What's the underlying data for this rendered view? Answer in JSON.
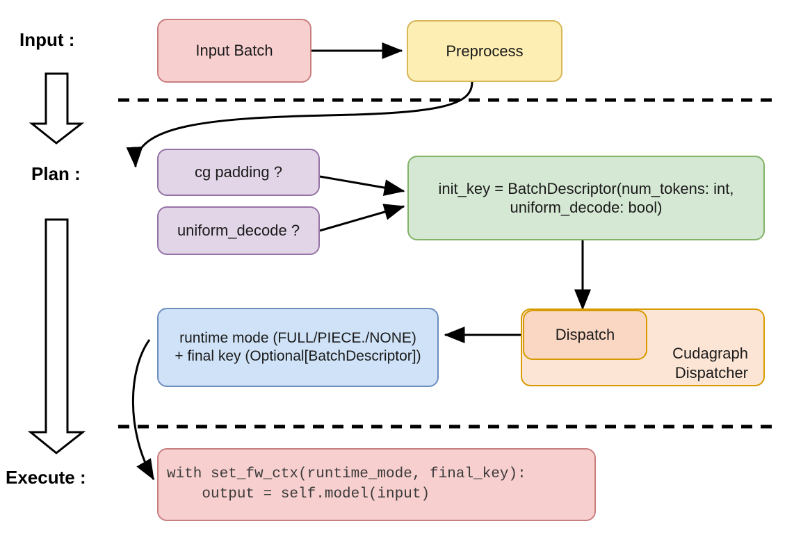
{
  "diagram": {
    "title_stages": [
      {
        "id": "input",
        "label": "Input :"
      },
      {
        "id": "plan",
        "label": "Plan :"
      },
      {
        "id": "execute",
        "label": "Execute :"
      }
    ],
    "nodes": {
      "input_batch": {
        "label": "Input Batch",
        "fill": "#f8cfcf",
        "stroke": "#c97f7f"
      },
      "preprocess": {
        "label": "Preprocess",
        "fill": "#fdeeb3",
        "stroke": "#d6b656"
      },
      "cg_padding": {
        "label": "cg padding ?",
        "fill": "#e1d5e7",
        "stroke": "#9673a6"
      },
      "uniform_decode": {
        "label": "uniform_decode ?",
        "fill": "#e1d5e7",
        "stroke": "#9673a6"
      },
      "init_key": {
        "line1": "init_key = BatchDescriptor(num_tokens: int,",
        "line2": "uniform_decode: bool)",
        "fill": "#d5e8d4",
        "stroke": "#82b366"
      },
      "cudagraph_dispatcher": {
        "line1": "Cudagraph",
        "line2": "Dispatcher",
        "fill": "#fce5d5",
        "stroke": "#d79b00"
      },
      "dispatch": {
        "label": "Dispatch",
        "fill": "#fad7c3",
        "stroke": "#d79b00"
      },
      "runtime_mode": {
        "line1": "runtime mode (FULL/PIECE./NONE)",
        "line2": "+ final key (Optional[BatchDescriptor])",
        "fill": "#cfe2f7",
        "stroke": "#6c8ebf"
      },
      "execute_code": {
        "line1": "with set_fw_ctx(runtime_mode, final_key):",
        "line2": "    output = self.model(input)",
        "fill": "#f8cfcf",
        "stroke": "#c97f7f"
      }
    },
    "separators": [
      {
        "id": "input-plan-divider"
      },
      {
        "id": "plan-execute-divider"
      }
    ],
    "stage_arrows": [
      {
        "id": "input-to-plan-arrow"
      },
      {
        "id": "plan-to-execute-arrow"
      }
    ],
    "edges": [
      {
        "id": "input-batch-to-preprocess"
      },
      {
        "id": "preprocess-to-cg-padding"
      },
      {
        "id": "cg-padding-to-init-key"
      },
      {
        "id": "uniform-decode-to-init-key"
      },
      {
        "id": "init-key-to-dispatch"
      },
      {
        "id": "dispatch-to-runtime-mode"
      },
      {
        "id": "runtime-mode-to-execute-code"
      }
    ]
  }
}
